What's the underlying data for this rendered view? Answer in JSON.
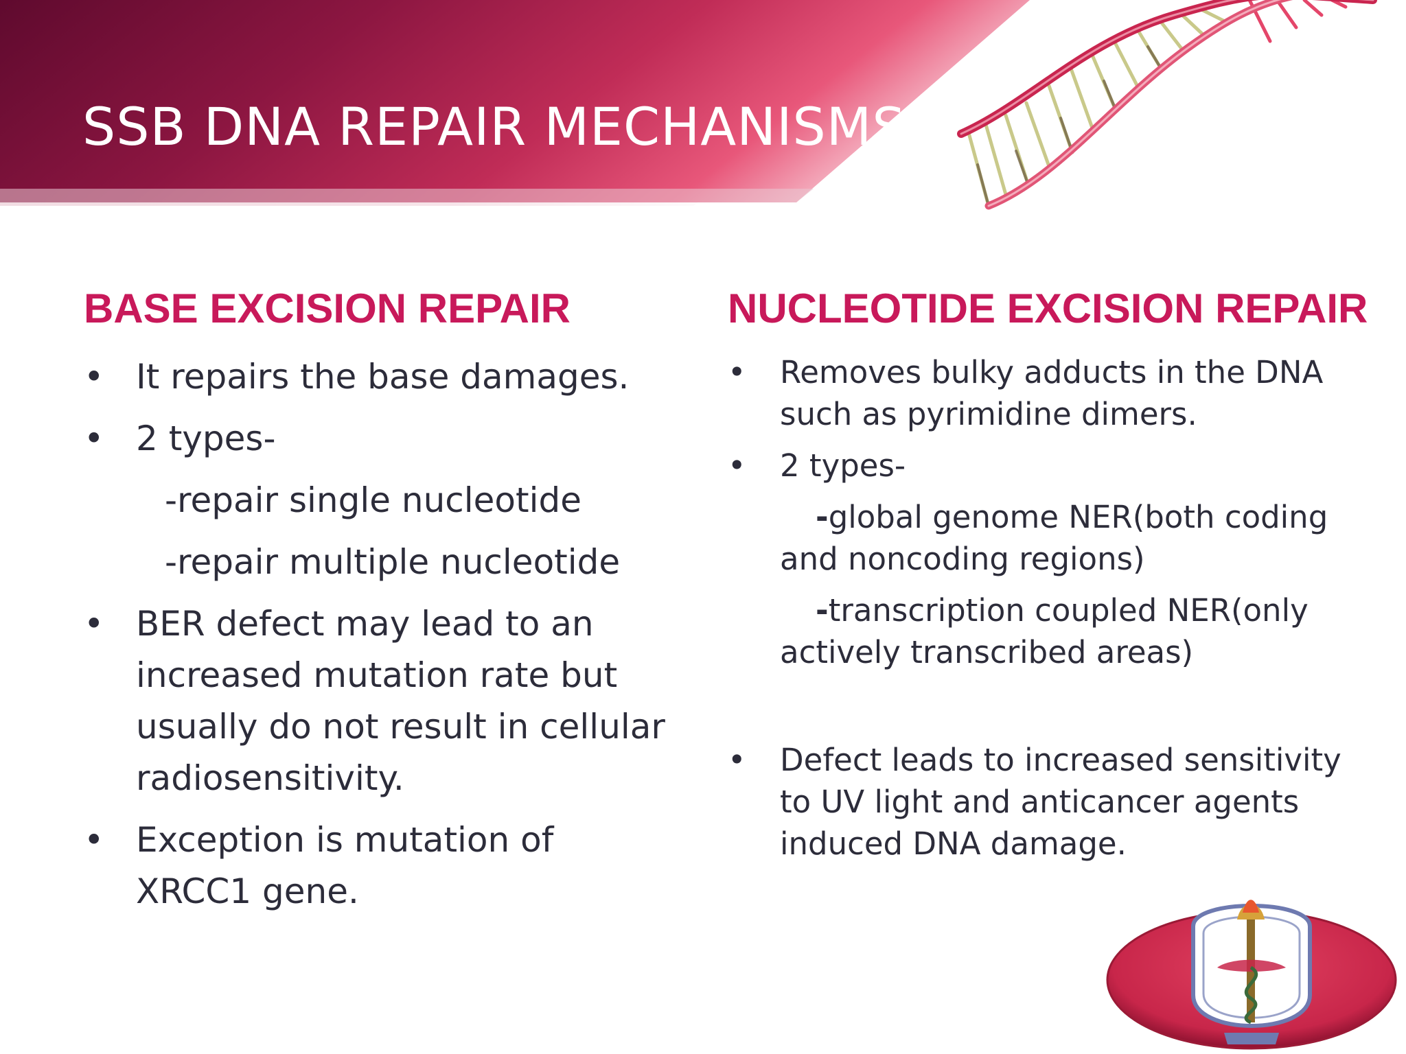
{
  "slide": {
    "title": "SSB DNA REPAIR MECHANISMS",
    "colors": {
      "header_dark": "#6b0a33",
      "header_mid": "#a8224f",
      "header_light": "#e35a78",
      "heading": "#c8195a",
      "body_text": "#2c2c3a",
      "logo_red": "#c8264a",
      "logo_gold": "#d6a23a"
    }
  },
  "left_column": {
    "heading": "BASE EXCISION REPAIR",
    "bullet_symbol": "•",
    "items": [
      "It repairs the base damages.",
      "2 types-",
      "BER defect may lead to an increased mutation rate but usually do not result in cellular radiosensitivity.",
      "Exception is mutation of XRCC1 gene."
    ],
    "sub_items": [
      "-repair single nucleotide",
      "-repair multiple nucleotide"
    ]
  },
  "right_column": {
    "heading": "NUCLEOTIDE EXCISION REPAIR",
    "bullet_symbol": "•",
    "items": [
      "Removes bulky adducts in the DNA such as pyrimidine dimers.",
      "2 types-",
      "Defect leads to increased sensitivity to UV light and anticancer agents induced DNA damage."
    ],
    "sub_items": [
      {
        "dash": "-",
        "text": "global genome NER(both coding and noncoding   regions)"
      },
      {
        "dash": "-",
        "text": "transcription coupled NER(only actively transcribed areas)"
      }
    ]
  },
  "images": {
    "dna_helix": "dna-helix-illustration",
    "logo": "college-emblem-logo"
  }
}
